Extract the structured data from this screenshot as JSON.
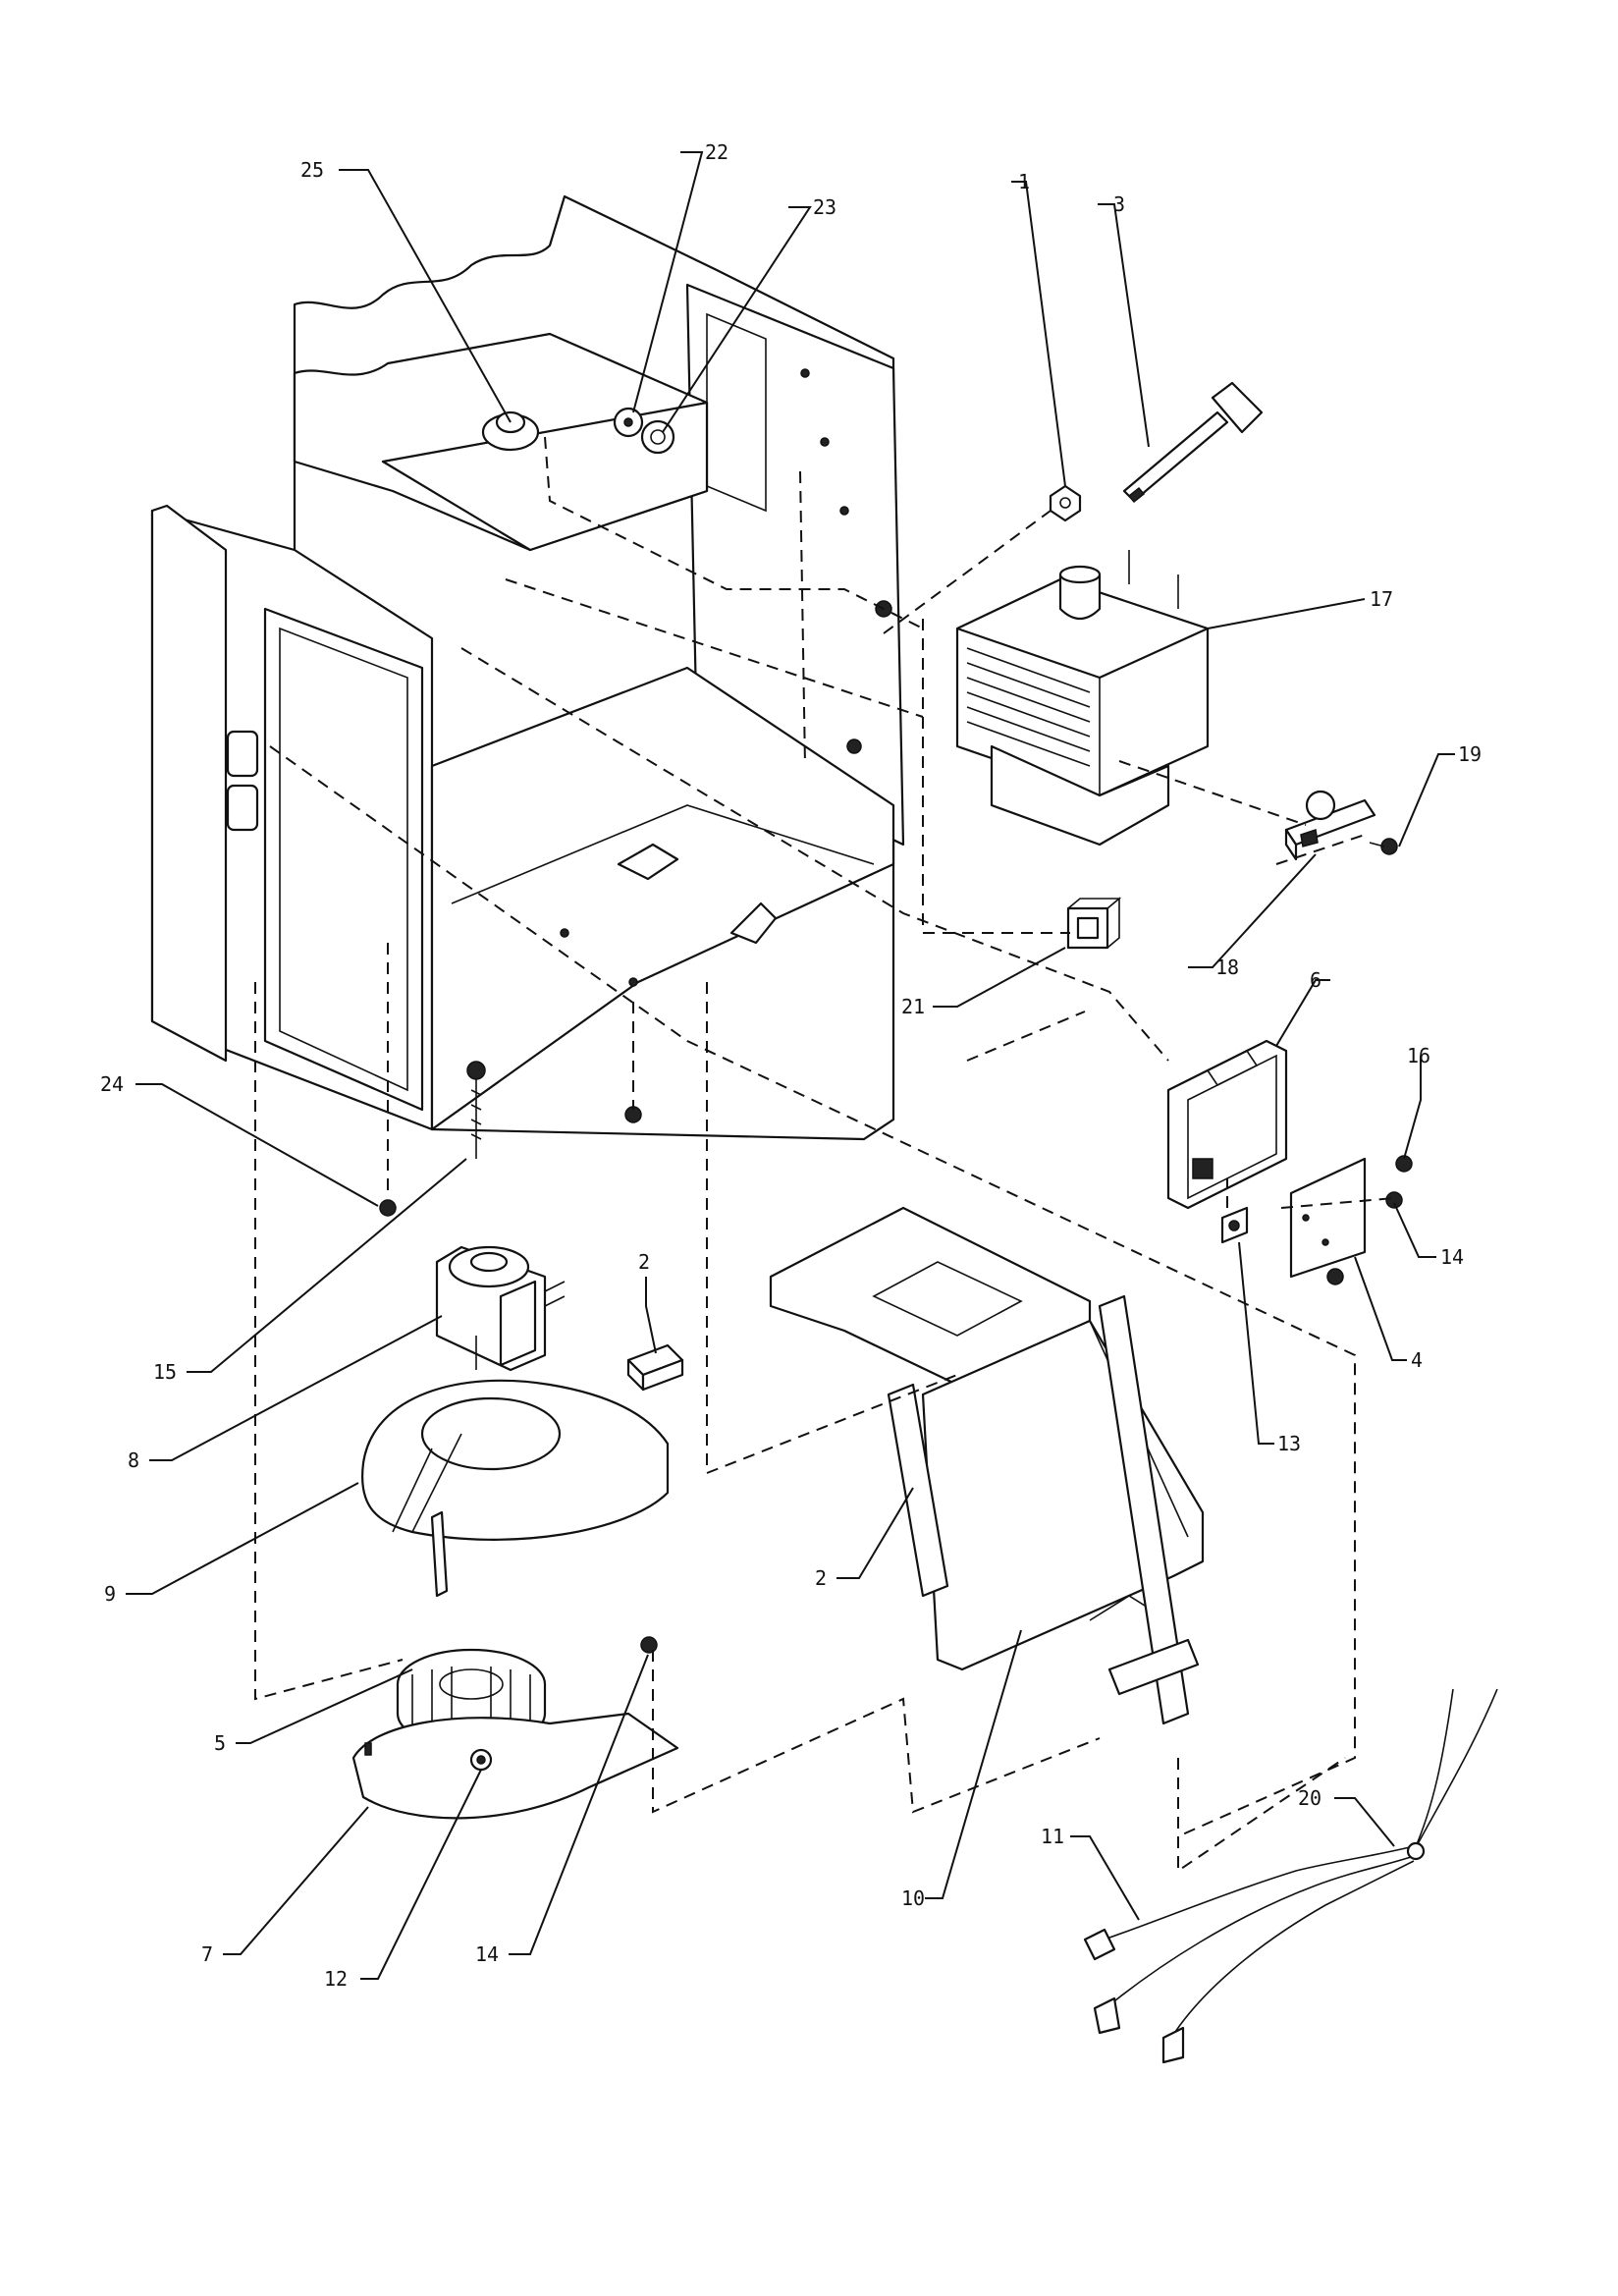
{
  "callouts": [
    {
      "id": "c25",
      "label": "25",
      "part": "magnetron-stud"
    },
    {
      "id": "c22",
      "label": "22",
      "part": "washer"
    },
    {
      "id": "c23",
      "label": "23",
      "part": "thermal-cutout"
    },
    {
      "id": "c1",
      "label": "1",
      "part": "nut"
    },
    {
      "id": "c3",
      "label": "3",
      "part": "power-cord"
    },
    {
      "id": "c17",
      "label": "17",
      "part": "magnetron"
    },
    {
      "id": "c19",
      "label": "19",
      "part": "screw"
    },
    {
      "id": "c18",
      "label": "18",
      "part": "thermal-switch"
    },
    {
      "id": "c21",
      "label": "21",
      "part": "switch-bracket"
    },
    {
      "id": "c6",
      "label": "6",
      "part": "control-board"
    },
    {
      "id": "c16",
      "label": "16",
      "part": "screw"
    },
    {
      "id": "c14a",
      "label": "14",
      "part": "screw"
    },
    {
      "id": "c4",
      "label": "4",
      "part": "circuit-board"
    },
    {
      "id": "c13",
      "label": "13",
      "part": "spacer"
    },
    {
      "id": "c24",
      "label": "24",
      "part": "screw"
    },
    {
      "id": "c15",
      "label": "15",
      "part": "long-screw"
    },
    {
      "id": "c2a",
      "label": "2",
      "part": "foam-block"
    },
    {
      "id": "c8",
      "label": "8",
      "part": "fan-motor"
    },
    {
      "id": "c9",
      "label": "9",
      "part": "blower-housing"
    },
    {
      "id": "c2b",
      "label": "2",
      "part": "foam-strip"
    },
    {
      "id": "c5",
      "label": "5",
      "part": "blower-wheel"
    },
    {
      "id": "c7",
      "label": "7",
      "part": "blower-cover"
    },
    {
      "id": "c12",
      "label": "12",
      "part": "nut"
    },
    {
      "id": "c14b",
      "label": "14",
      "part": "screw"
    },
    {
      "id": "c10",
      "label": "10",
      "part": "air-duct"
    },
    {
      "id": "c11",
      "label": "11",
      "part": "wire-harness"
    },
    {
      "id": "c20",
      "label": "20",
      "part": "wire-harness-2"
    }
  ],
  "colors": {
    "ink": "#111111",
    "paper": "#ffffff"
  }
}
